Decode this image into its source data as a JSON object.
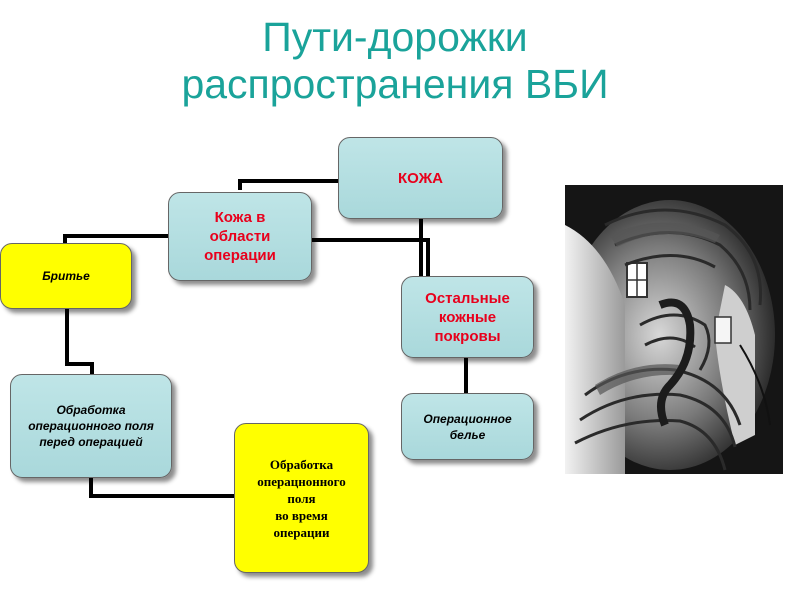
{
  "title": {
    "line1": "Пути-дорожки",
    "line2": "распространения ВБИ"
  },
  "nodes": {
    "kozha": "КОЖА",
    "kozha_oblasti": "Кожа в\nобласти\nоперации",
    "ostalnye": "Остальные\nкожные\nпокровы",
    "britie": "Бритье",
    "obrabotka_pered": "Обработка\nоперационного  поля\nперед  операцией",
    "bele": "Операционное\nбелье",
    "obrabotka_vo_vremya": "Обработка\nоперацнонного\nполя\nво время\nоперации"
  },
  "colors": {
    "title": "#1aa39a",
    "teal_box": "#a9d8db",
    "yellow_box": "#ffff00",
    "red_text": "#e8001c",
    "connector": "#000000"
  },
  "image": {
    "subject": "spiral staircase photograph (black and white)"
  }
}
